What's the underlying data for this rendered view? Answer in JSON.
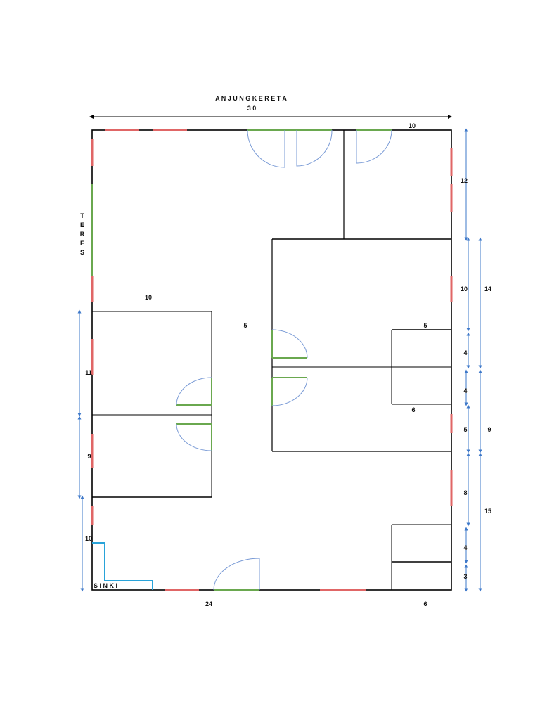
{
  "title": "A N J U N G   K E R E T A",
  "top_width": "3 0",
  "side_label": "T E R E S",
  "sink_label": "S I N K I",
  "dimensions": {
    "top_right": "10",
    "right_12": "12",
    "right_10": "10",
    "right_14": "14",
    "right_4a": "4",
    "right_4b": "4",
    "right_5": "5",
    "right_9": "9",
    "right_8": "8",
    "right_15": "15",
    "right_4c": "4",
    "right_3": "3",
    "left_room_top": "10",
    "left_11": "11",
    "left_9": "9",
    "left_10": "10",
    "corridor_5": "5",
    "inner_5": "5",
    "inner_6": "6",
    "bottom_24": "24",
    "bottom_6": "6"
  },
  "colors": {
    "wall": "#000000",
    "window": "#e06666",
    "door": "#6aa84f",
    "door_swing": "#7a9bd6",
    "dimension": "#3d78c9",
    "sink": "#29a3d9"
  }
}
